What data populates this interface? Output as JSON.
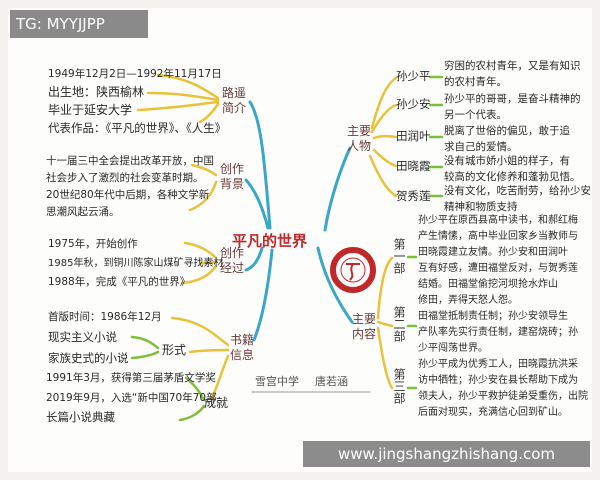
{
  "overlay_tag": "TG: MYYJJPP",
  "watermark": "www.jingshangzhishang.com",
  "center_title": "平凡的世界",
  "colors": {
    "trunk": "#3aa6c8",
    "branch": "#e8c23a",
    "leaf": "#7cbf3a",
    "title": "#c0282a"
  },
  "left": {
    "intro": {
      "label": "路遥简介",
      "items": [
        "1949年12月2日—1992年11月17日",
        "出生地：陕西榆林",
        "毕业于延安大学",
        "代表作品：《平凡的世界》、《人生》"
      ]
    },
    "background": {
      "label": "创作背景",
      "items": [
        "十一届三中全会提出改革开放，中国",
        "社会步入了激烈的社会变革时期。",
        "20世纪80年代中后期，各种文学新",
        "思潮风起云涌。"
      ]
    },
    "process": {
      "label": "创作经过",
      "items": [
        "1975年，开始创作",
        "1985年秋，到铜川陈家山煤矿寻找素材",
        "1988年，完成《平凡的世界》"
      ]
    },
    "book": {
      "label": "书籍信息",
      "first_edition": "首版时间：1986年12月",
      "form": {
        "label": "形式",
        "items": [
          "现实主义小说",
          "家族史式的小说"
        ]
      },
      "achievement": {
        "label": "成就",
        "items": [
          "1991年3月，获得第三届茅盾文学奖",
          "2019年9月，入选“新中国70年70部",
          "长篇小说典藏"
        ]
      }
    }
  },
  "right": {
    "characters": {
      "label": "主要人物",
      "items": [
        {
          "name": "孙少平",
          "desc": [
            "穷困的农村青年，又是有知识",
            "的农村青年。"
          ]
        },
        {
          "name": "孙少安",
          "desc": [
            "孙少平的哥哥，是奋斗精神的",
            "另一个代表。"
          ]
        },
        {
          "name": "田润叶",
          "desc": [
            "脱离了世俗的偏见，敢于追",
            "求自己的爱情。"
          ]
        },
        {
          "name": "田晓霞",
          "desc": [
            "没有城市娇小姐的样子，有",
            "较高的文化修养和蓬勃见悟。"
          ]
        },
        {
          "name": "贺秀莲",
          "desc": [
            "没有文化，吃苦耐劳，给孙少安",
            "精神和物质支持"
          ]
        }
      ]
    },
    "content": {
      "label": "主要内容",
      "parts": [
        {
          "name": "第一部",
          "desc": [
            "孙少平在原西县高中读书，和郝红梅",
            "产生情愫，高中毕业回家乡当教师与",
            "田晓霞建立友情。孙少安和田润叶",
            "互有好感，遭田福堂反对，与贺秀莲",
            "结婚。田福堂偷挖河坝抢水炸山",
            "修田，弄得天怒人怨。"
          ]
        },
        {
          "name": "第二部",
          "desc": [
            "田福堂抵制责任制；孙少安领导生",
            "产队率先实行责任制，建窑烧砖；孙",
            "少平闯荡世界。"
          ]
        },
        {
          "name": "第三部",
          "desc": [
            "孙少平成为优秀工人，田晓霞抗洪采",
            "访中牺牲；孙少安在县长帮助下成为",
            "领夫人，孙少平救护徒弟受重伤，出院",
            "后面对现实，充满信心回到矿山。"
          ]
        }
      ]
    }
  },
  "footer": {
    "school": "雪宫中学",
    "author": "唐若涵"
  }
}
